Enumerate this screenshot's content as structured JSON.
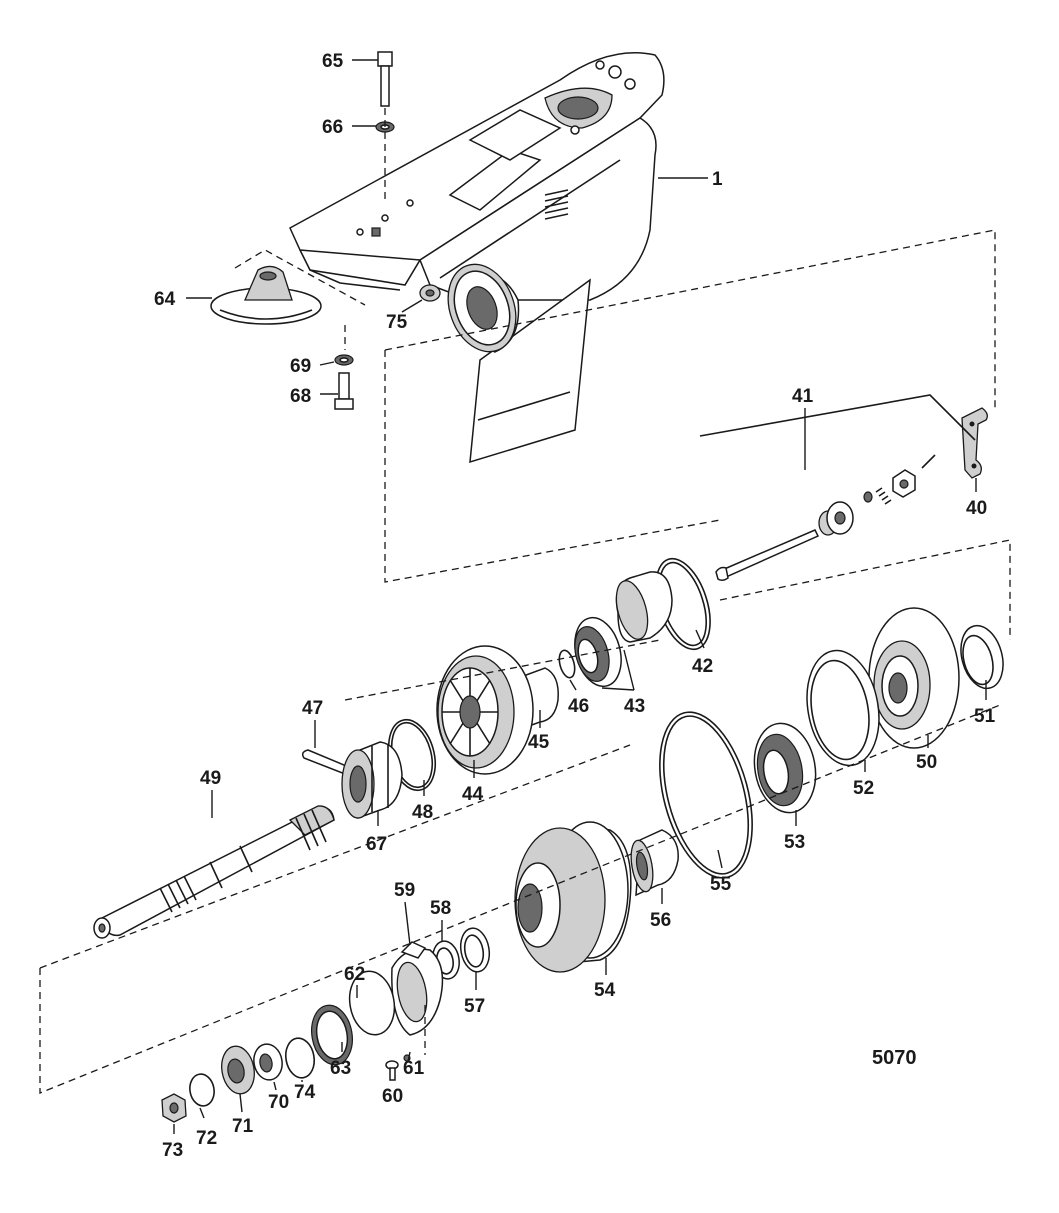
{
  "figure_number": "5070",
  "callouts": {
    "c1": "1",
    "c40": "40",
    "c41": "41",
    "c42": "42",
    "c43": "43",
    "c44": "44",
    "c45": "45",
    "c46": "46",
    "c47": "47",
    "c48": "48",
    "c49": "49",
    "c50": "50",
    "c51": "51",
    "c52": "52",
    "c53": "53",
    "c54": "54",
    "c55": "55",
    "c56": "56",
    "c57": "57",
    "c58": "58",
    "c59": "59",
    "c60": "60",
    "c61": "61",
    "c62": "62",
    "c63": "63",
    "c64": "64",
    "c65": "65",
    "c66": "66",
    "c67": "67",
    "c68": "68",
    "c69": "69",
    "c70": "70",
    "c71": "71",
    "c72": "72",
    "c73": "73",
    "c74": "74",
    "c75": "75"
  }
}
